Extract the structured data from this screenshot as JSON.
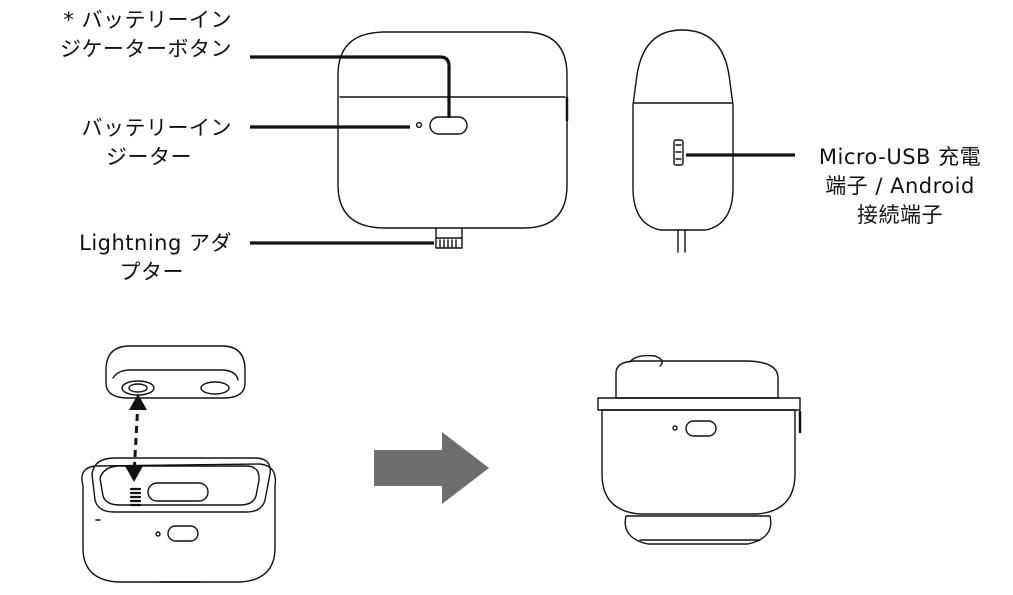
{
  "labels": {
    "battery_indicator_button": [
      "* バッテリーイン",
      "ジケーターボタン"
    ],
    "battery_indicator": [
      "バッテリーイン",
      "ジーター"
    ],
    "lightning_adapter": [
      "Lightning アダ",
      "プター"
    ],
    "micro_usb_port": [
      "Micro-USB 充電",
      "端子 / Android",
      "接続端子"
    ]
  },
  "colors": {
    "line": "#111111",
    "arrow_fill": "#6e6e6e"
  },
  "icons": {
    "assembly_arrow": "right-arrow-icon"
  }
}
